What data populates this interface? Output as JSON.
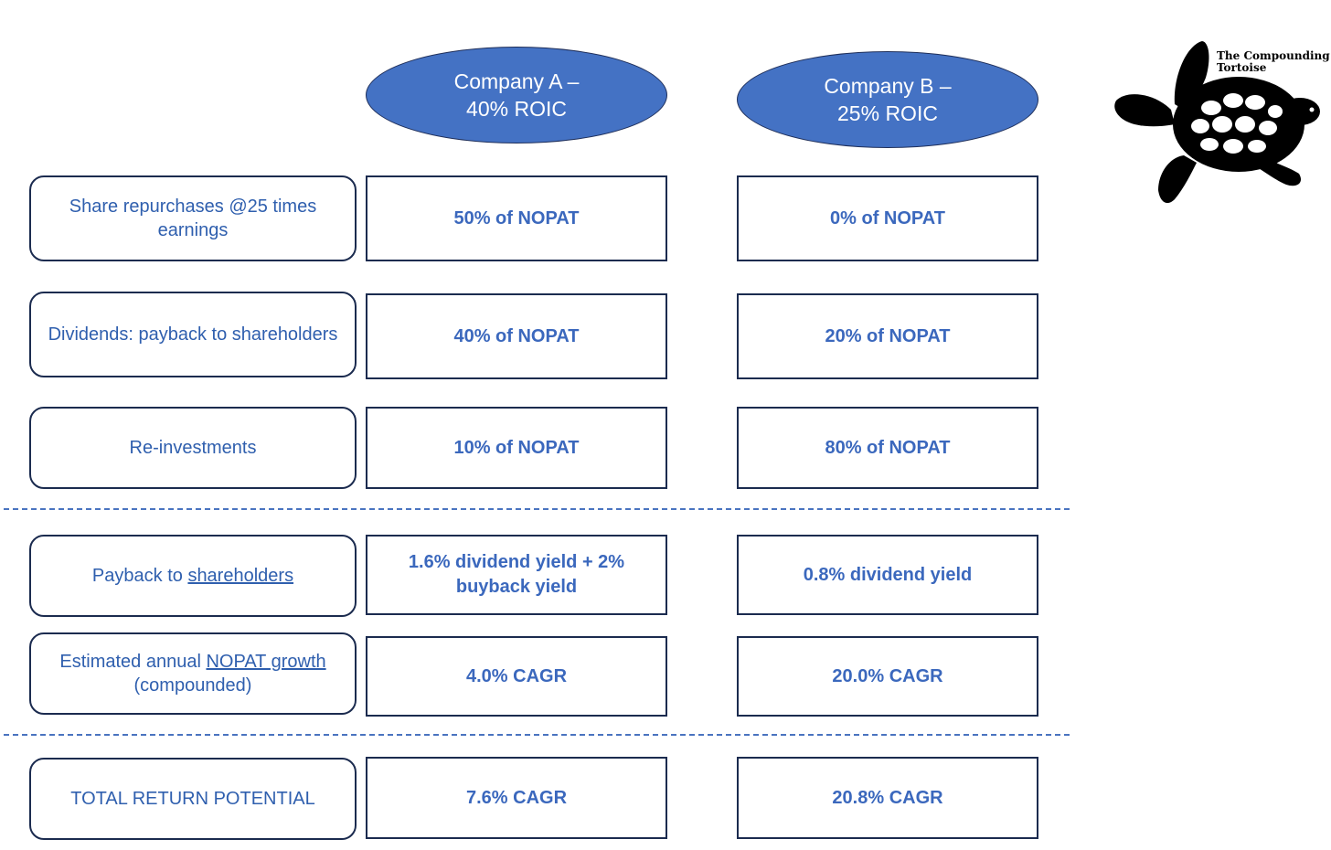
{
  "headers": {
    "company_a": "Company A –\n40% ROIC",
    "company_b": "Company B –\n25% ROIC"
  },
  "logo": {
    "line1": "The Compounding",
    "line2": "Tortoise",
    "icon": "tortoise-icon"
  },
  "rows": {
    "buybacks": {
      "label": "Share repurchases @25 times earnings",
      "a": "50% of NOPAT",
      "b": "0% of NOPAT"
    },
    "dividends": {
      "label": "Dividends: payback to shareholders",
      "a": "40% of NOPAT",
      "b": "20% of NOPAT"
    },
    "reinvest": {
      "label": "Re-investments",
      "a": "10% of NOPAT",
      "b": "80% of NOPAT"
    },
    "payback": {
      "label_prefix": "Payback to ",
      "label_link": "shareholders",
      "a": "1.6% dividend yield + 2% buyback yield",
      "b": "0.8% dividend yield"
    },
    "growth": {
      "label_prefix": "Estimated annual ",
      "label_link": "NOPAT growth",
      "label_suffix": "(compounded)",
      "a": "4.0% CAGR",
      "b": "20.0% CAGR"
    },
    "total": {
      "label": "TOTAL RETURN POTENTIAL",
      "a": "7.6% CAGR",
      "b": "20.8% CAGR"
    }
  },
  "colors": {
    "header_fill": "#4472c4",
    "text_blue": "#3b68bd",
    "border": "#1b2b4f",
    "divider": "#4a74c0"
  }
}
